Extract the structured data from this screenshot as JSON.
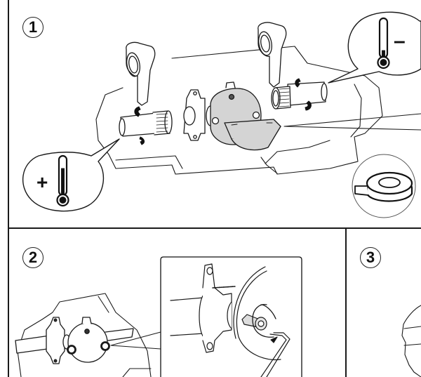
{
  "document": {
    "type": "installation-instructions",
    "steps": [
      {
        "number": "1",
        "callouts": {
          "hot_sign": "+",
          "cold_sign": "–"
        },
        "icons": [
          "wrench-icon",
          "thermometer-hot-icon",
          "thermometer-cold-icon",
          "ptfe-tape-icon",
          "rotation-arrow-icon"
        ]
      },
      {
        "number": "2",
        "icons": [
          "valve-body-icon",
          "hex-key-icon",
          "rotation-arrow-icon"
        ]
      },
      {
        "number": "3",
        "icons": [
          "wall-outline-icon"
        ]
      }
    ]
  },
  "colors": {
    "line": "#1a1a1a",
    "fill_gray": "#d4d4d4",
    "background": "#ffffff"
  }
}
